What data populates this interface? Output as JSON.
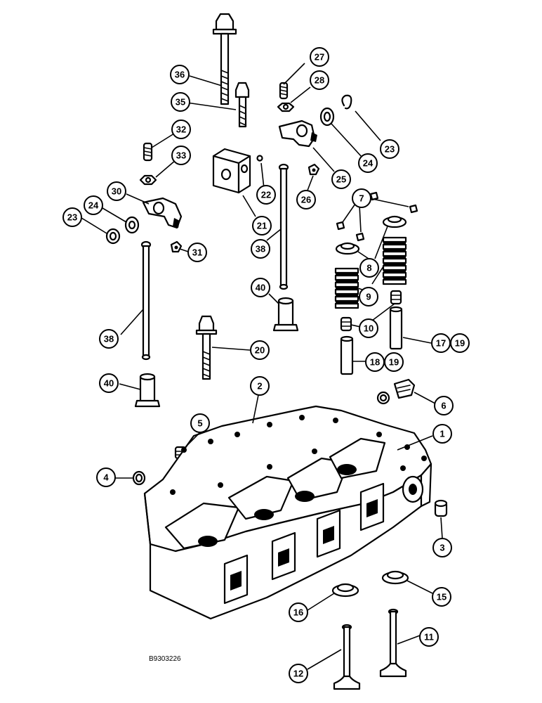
{
  "drawing_code": "B9303226",
  "callouts": [
    {
      "id": "c27",
      "label": "27"
    },
    {
      "id": "c28",
      "label": "28"
    },
    {
      "id": "c36",
      "label": "36"
    },
    {
      "id": "c35",
      "label": "35"
    },
    {
      "id": "c32",
      "label": "32"
    },
    {
      "id": "c33",
      "label": "33"
    },
    {
      "id": "c30",
      "label": "30"
    },
    {
      "id": "c24a",
      "label": "24"
    },
    {
      "id": "c23a",
      "label": "23"
    },
    {
      "id": "c22",
      "label": "22"
    },
    {
      "id": "c21",
      "label": "21"
    },
    {
      "id": "c24b",
      "label": "24"
    },
    {
      "id": "c23b",
      "label": "23"
    },
    {
      "id": "c25",
      "label": "25"
    },
    {
      "id": "c26",
      "label": "26"
    },
    {
      "id": "c7",
      "label": "7"
    },
    {
      "id": "c8",
      "label": "8"
    },
    {
      "id": "c31",
      "label": "31"
    },
    {
      "id": "c38a",
      "label": "38"
    },
    {
      "id": "c9",
      "label": "9"
    },
    {
      "id": "c40a",
      "label": "40"
    },
    {
      "id": "c10",
      "label": "10"
    },
    {
      "id": "c38b",
      "label": "38"
    },
    {
      "id": "c17",
      "label": "17"
    },
    {
      "id": "c19a",
      "label": "19"
    },
    {
      "id": "c20",
      "label": "20"
    },
    {
      "id": "c18",
      "label": "18"
    },
    {
      "id": "c19b",
      "label": "19"
    },
    {
      "id": "c40b",
      "label": "40"
    },
    {
      "id": "c2",
      "label": "2"
    },
    {
      "id": "c6",
      "label": "6"
    },
    {
      "id": "c5",
      "label": "5"
    },
    {
      "id": "c1",
      "label": "1"
    },
    {
      "id": "c4",
      "label": "4"
    },
    {
      "id": "c3",
      "label": "3"
    },
    {
      "id": "c15",
      "label": "15"
    },
    {
      "id": "c16",
      "label": "16"
    },
    {
      "id": "c11",
      "label": "11"
    },
    {
      "id": "c12",
      "label": "12"
    }
  ]
}
